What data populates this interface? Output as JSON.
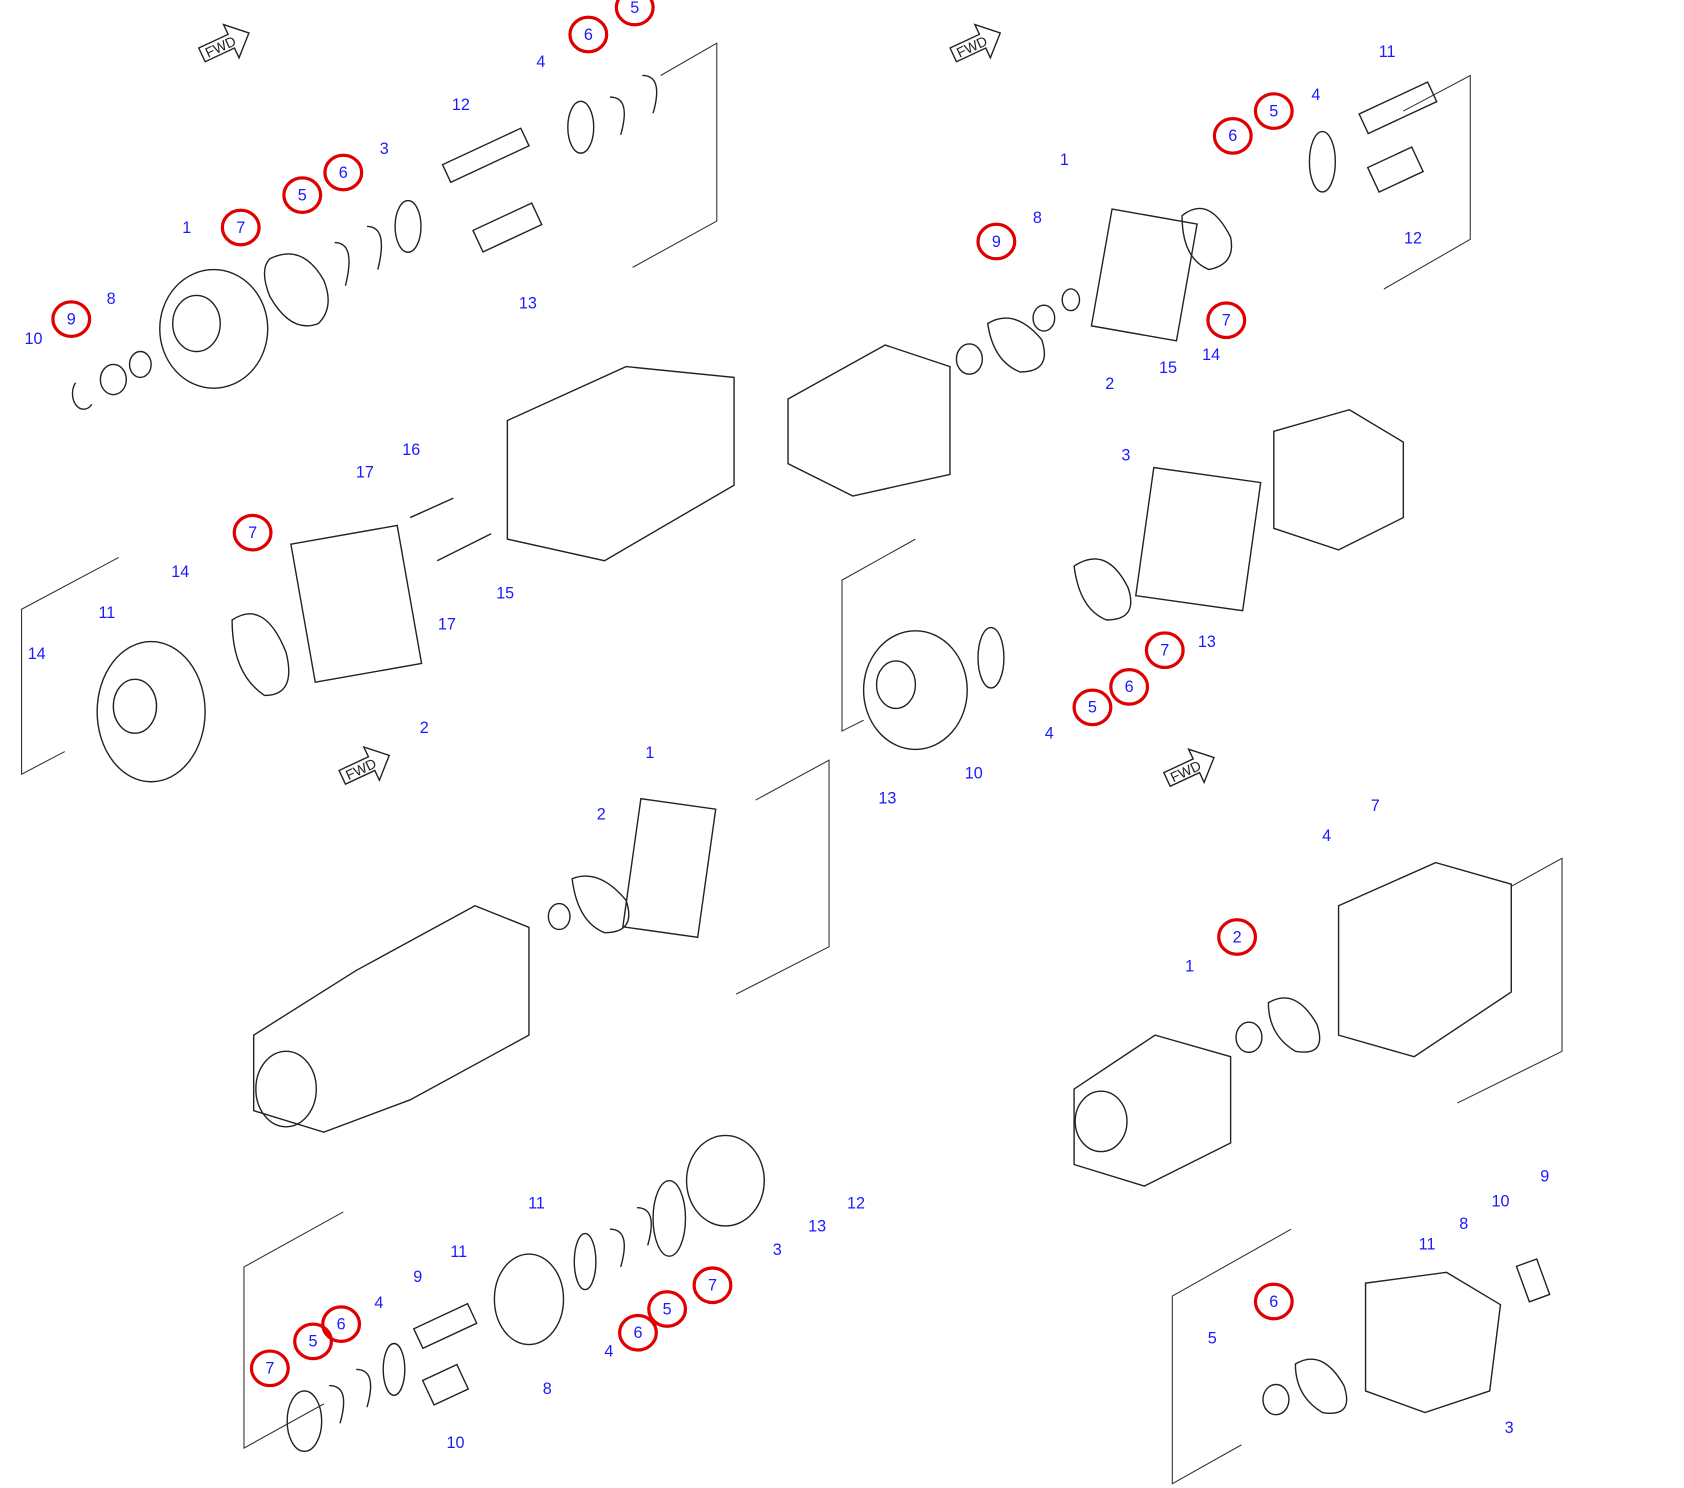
{
  "diagram": {
    "fwd_label": "FWD",
    "highlight_color": "#e00000",
    "label_color": "#1a1aff",
    "labels": [
      {
        "text": "5",
        "circled": true
      },
      {
        "text": "6",
        "circled": true
      },
      {
        "text": "4",
        "circled": false
      },
      {
        "text": "12",
        "circled": false
      },
      {
        "text": "3",
        "circled": false
      },
      {
        "text": "6",
        "circled": true
      },
      {
        "text": "5",
        "circled": true
      },
      {
        "text": "1",
        "circled": false
      },
      {
        "text": "7",
        "circled": true
      },
      {
        "text": "13",
        "circled": false
      },
      {
        "text": "9",
        "circled": true
      },
      {
        "text": "8",
        "circled": false
      },
      {
        "text": "10",
        "circled": false
      },
      {
        "text": "11",
        "circled": false
      },
      {
        "text": "4",
        "circled": false
      },
      {
        "text": "5",
        "circled": true
      },
      {
        "text": "6",
        "circled": true
      },
      {
        "text": "1",
        "circled": false
      },
      {
        "text": "8",
        "circled": false
      },
      {
        "text": "9",
        "circled": true
      },
      {
        "text": "12",
        "circled": false
      },
      {
        "text": "7",
        "circled": true
      },
      {
        "text": "2",
        "circled": false
      },
      {
        "text": "15",
        "circled": false
      },
      {
        "text": "14",
        "circled": false
      },
      {
        "text": "3",
        "circled": false
      },
      {
        "text": "13",
        "circled": false
      },
      {
        "text": "7",
        "circled": true
      },
      {
        "text": "6",
        "circled": true
      },
      {
        "text": "5",
        "circled": true
      },
      {
        "text": "4",
        "circled": false
      },
      {
        "text": "10",
        "circled": false
      },
      {
        "text": "13",
        "circled": false
      },
      {
        "text": "16",
        "circled": false
      },
      {
        "text": "17",
        "circled": false
      },
      {
        "text": "7",
        "circled": true
      },
      {
        "text": "14",
        "circled": false
      },
      {
        "text": "15",
        "circled": false
      },
      {
        "text": "11",
        "circled": false
      },
      {
        "text": "17",
        "circled": false
      },
      {
        "text": "14",
        "circled": false
      },
      {
        "text": "2",
        "circled": false
      },
      {
        "text": "1",
        "circled": false
      },
      {
        "text": "2",
        "circled": false
      },
      {
        "text": "11",
        "circled": false
      },
      {
        "text": "12",
        "circled": false
      },
      {
        "text": "13",
        "circled": false
      },
      {
        "text": "3",
        "circled": false
      },
      {
        "text": "11",
        "circled": false
      },
      {
        "text": "9",
        "circled": false
      },
      {
        "text": "7",
        "circled": true
      },
      {
        "text": "4",
        "circled": false
      },
      {
        "text": "5",
        "circled": true
      },
      {
        "text": "6",
        "circled": true
      },
      {
        "text": "5",
        "circled": true
      },
      {
        "text": "6",
        "circled": true
      },
      {
        "text": "4",
        "circled": false
      },
      {
        "text": "7",
        "circled": true
      },
      {
        "text": "8",
        "circled": false
      },
      {
        "text": "10",
        "circled": false
      },
      {
        "text": "7",
        "circled": false
      },
      {
        "text": "4",
        "circled": false
      },
      {
        "text": "2",
        "circled": true
      },
      {
        "text": "1",
        "circled": false
      },
      {
        "text": "9",
        "circled": false
      },
      {
        "text": "10",
        "circled": false
      },
      {
        "text": "8",
        "circled": false
      },
      {
        "text": "11",
        "circled": false
      },
      {
        "text": "6",
        "circled": true
      },
      {
        "text": "5",
        "circled": false
      },
      {
        "text": "3",
        "circled": false
      }
    ]
  }
}
